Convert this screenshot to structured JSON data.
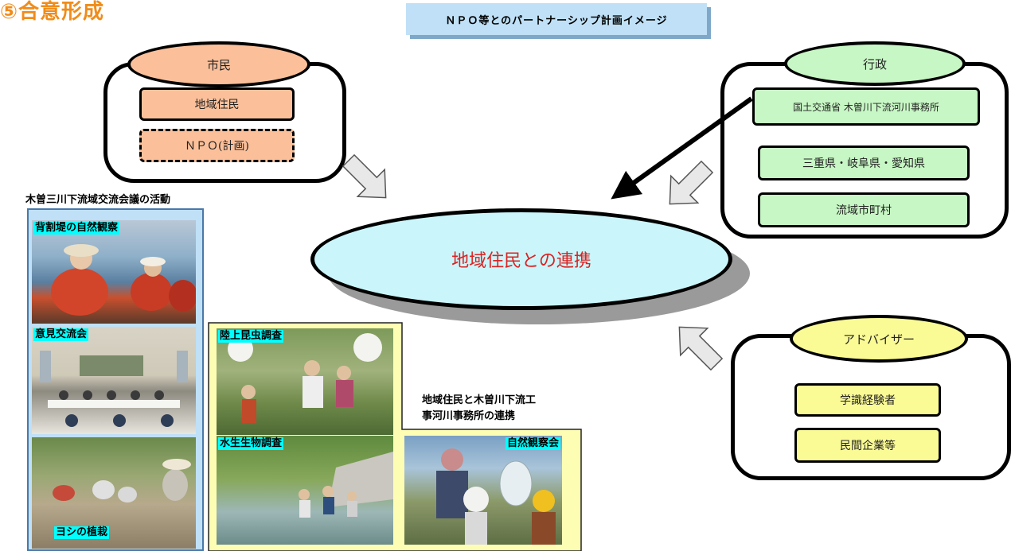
{
  "header": {
    "title": "⑤合意形成",
    "banner": "ＮＰＯ等とのパートナーシップ計画イメージ"
  },
  "center": {
    "label": "地域住民との連携"
  },
  "citizens": {
    "title": "市民",
    "items": [
      "地域住民",
      "ＮＰＯ(計画)"
    ]
  },
  "government": {
    "title": "行政",
    "items": [
      "国土交通省 木曽川下流河川事務所",
      "三重県・岐阜県・愛知県",
      "流域市町村"
    ]
  },
  "advisors": {
    "title": "アドバイザー",
    "items": [
      "学識経験者",
      "民間企業等"
    ]
  },
  "council": {
    "label": "木曽三川下流域交流会議の活動",
    "photos": [
      "背割堤の自然観察",
      "意見交流会",
      "ヨシの植栽"
    ]
  },
  "cooperation": {
    "label_line1": "地域住民と木曽川下流工",
    "label_line2": "事河川事務所の連携",
    "photos": [
      "陸上昆虫調査",
      "水生生物調査",
      "自然観察会"
    ]
  },
  "colors": {
    "title": "#f08c1a",
    "citizen_box": "#fbc09a",
    "government_box": "#c7f7c4",
    "advisor_box": "#fbfb96",
    "center_fill": "#caf6fb",
    "center_text": "#dd2222",
    "panel": "#bfe0f6",
    "caption_bg": "#00ffff"
  }
}
